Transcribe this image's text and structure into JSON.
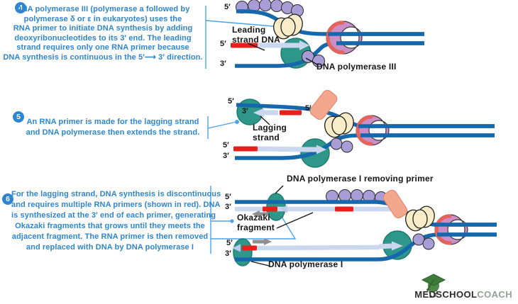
{
  "notes": {
    "n4": {
      "number": "4",
      "lines": [
        "DNA polymerase III (polymerase a followed by",
        "polymerase δ or ε in eukaryotes) uses the",
        "RNA primer to initiate DNA synthesis by adding",
        "deoxyribonucleotides to its 3′ end. The leading",
        "strand requires only one RNA primer because",
        "DNA synthesis is continuous in the 5′⟶ 3′ direction."
      ]
    },
    "n5": {
      "number": "5",
      "lines": [
        "An RNA primer is made for the lagging strand",
        "and DNA polymerase then extends the strand."
      ]
    },
    "n6": {
      "number": "6",
      "lines": [
        "For the lagging strand, DNA synthesis is discontinuous",
        "and requires multiple RNA primers (shown in red). DNA",
        "is synthesized at the 3′ end of each primer, generating",
        "Okazaki fragments that grows until they meets the",
        "adjacent fragment. The RNA primer is then removed",
        "and replaced with DNA by DNA polymerase I"
      ]
    }
  },
  "labels": {
    "leading_strand": "Leading\nstrand DNA",
    "dna_polymerase_3": "DNA polymerase III",
    "lagging_strand": "Lagging\nstrand",
    "pol1_removing_primer": "DNA polymerase I removing primer",
    "okazaki_fragment": "Okazaki\nfragment",
    "dna_polymerase_1": "DNA polymerase I"
  },
  "primes": {
    "five": "5′",
    "three": "3′"
  },
  "logo": {
    "part1": "MEDSCHOOL",
    "part2": "COACH"
  },
  "colors": {
    "note_blue": "#2e86d0",
    "callout_blue": "#4da2e8",
    "strand_blue": "#1568ac",
    "new_strand_lavender": "#c9d7ef",
    "rna_primer_red": "#e8201d",
    "polymerase_teal": "#2f968a",
    "ssb_purple": "#a89dd6",
    "primase_cream": "#f8edc8",
    "helicase_pink": "#cb8ec6",
    "helicase_ring_red": "#e4635a",
    "clamp_salmon": "#f3a88e",
    "logo_green": "#3e7d39"
  }
}
